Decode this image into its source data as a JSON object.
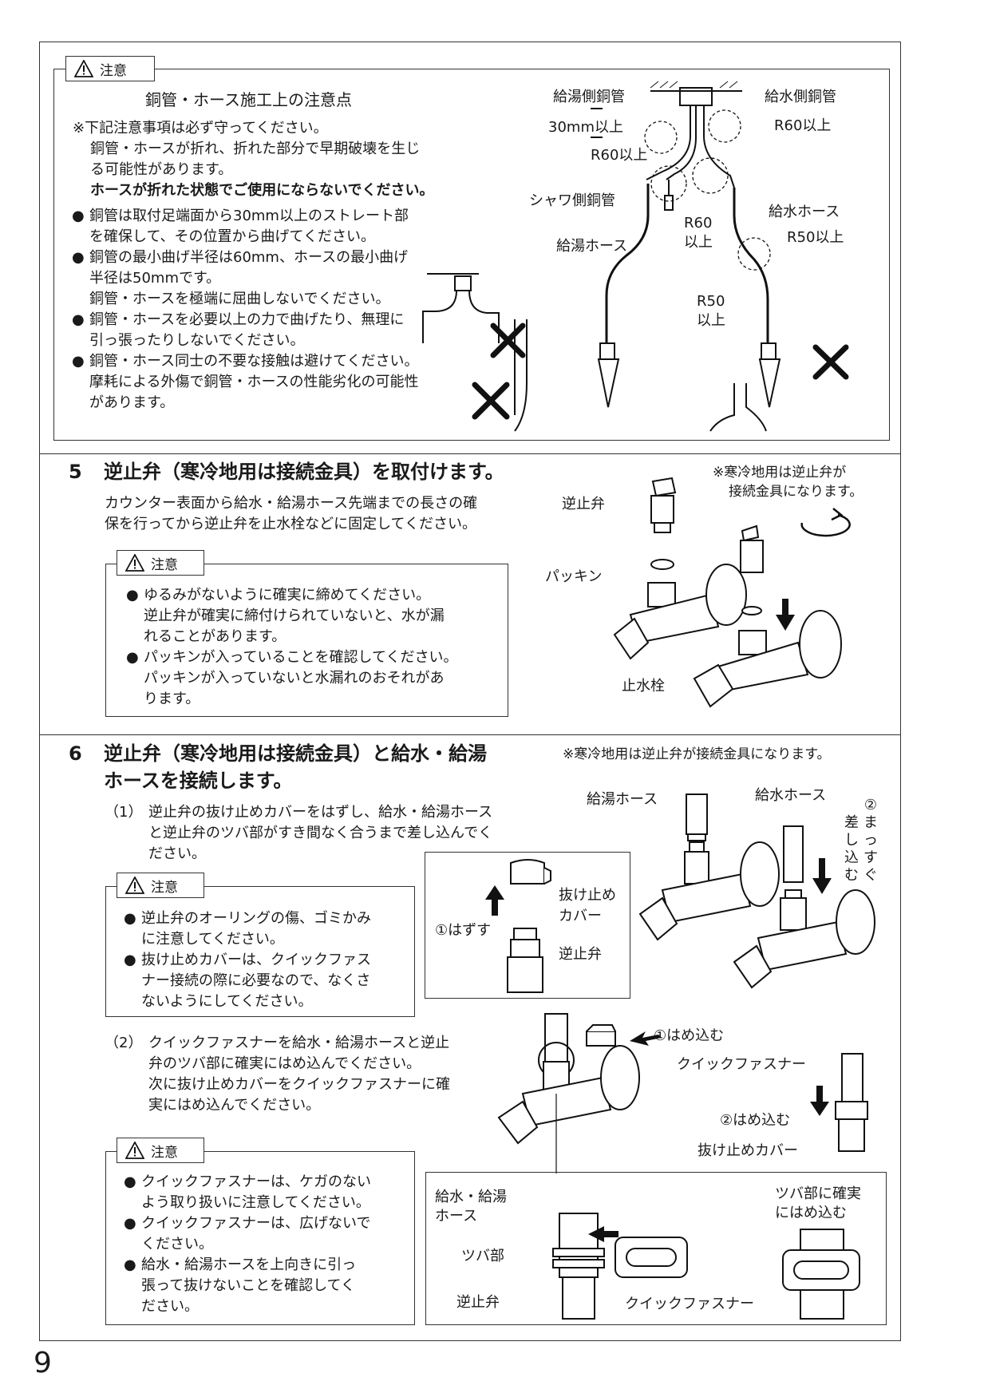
{
  "caution_label": "注意",
  "top": {
    "title": "銅管・ホース施工上の注意点",
    "intro": [
      "※下記注意事項は必ず守ってください。",
      "銅管・ホースが折れ、折れた部分で早期破壊を生じ",
      "る可能性があります。"
    ],
    "intro_bold": "ホースが折れた状態でご使用にならないでください。",
    "bullets": [
      [
        "銅管は取付足端面から30mm以上のストレート部",
        "を確保して、その位置から曲げてください。"
      ],
      [
        "銅管の最小曲げ半径は60mm、ホースの最小曲げ",
        "半径は50mmです。",
        "銅管・ホースを極端に屈曲しないでください。"
      ],
      [
        "銅管・ホースを必要以上の力で曲げたり、無理に",
        "引っ張ったりしないでください。"
      ],
      [
        "銅管・ホース同士の不要な接触は避けてください。",
        "摩耗による外傷で銅管・ホースの性能劣化の可能性",
        "があります。"
      ]
    ],
    "diagram": {
      "hot_copper": "給湯側銅管",
      "cold_copper": "給水側銅管",
      "straight": "30mm以上",
      "r60_right": "R60以上",
      "r60_left": "R60以上",
      "shower_copper": "シャワ側銅管",
      "r60_mid_1": "R60",
      "r60_mid_2": "以上",
      "cold_hose": "給水ホース",
      "hot_hose": "給湯ホース",
      "r50_right": "R50以上",
      "r50_1": "R50",
      "r50_2": "以上"
    }
  },
  "step5": {
    "number": "5",
    "title": "逆止弁（寒冷地用は接続金具）を取付けます。",
    "note": [
      "※寒冷地用は逆止弁が",
      "接続金具になります。"
    ],
    "desc": [
      "カウンター表面から給水・給湯ホース先端までの長さの確",
      "保を行ってから逆止弁を止水栓などに固定してください。"
    ],
    "bullets": [
      [
        "ゆるみがないように確実に締めてください。",
        "逆止弁が確実に締付けられていないと、水が漏",
        "れることがあります。"
      ],
      [
        "パッキンが入っていることを確認してください。",
        "パッキンが入っていないと水漏れのおそれがあ",
        "ります。"
      ]
    ],
    "diagram": {
      "check_valve": "逆止弁",
      "packing": "パッキン",
      "stop_valve": "止水栓"
    }
  },
  "step6": {
    "number": "6",
    "title": [
      "逆止弁（寒冷地用は接続金具）と給水・給湯",
      "ホースを接続します。"
    ],
    "note": "※寒冷地用は逆止弁が接続金具になります。",
    "sub1_num": "（1）",
    "sub1": [
      "逆止弁の抜け止めカバーをはずし、給水・給湯ホース",
      "と逆止弁のツバ部がすき間なく合うまで差し込んでく",
      "ださい。"
    ],
    "caution1": [
      [
        "逆止弁のオーリングの傷、ゴミかみ",
        "に注意してください。"
      ],
      [
        "抜け止めカバーは、クイックファス",
        "ナー接続の際に必要なので、なくさ",
        "ないようにしてください。"
      ]
    ],
    "sub2_num": "（2）",
    "sub2": [
      "クイックファスナーを給水・給湯ホースと逆止",
      "弁のツバ部に確実にはめ込んでください。",
      "次に抜け止めカバーをクイックファスナーに確",
      "実にはめ込んでください。"
    ],
    "caution2": [
      [
        "クイックファスナーは、ケガのない",
        "よう取り扱いに注意してください。"
      ],
      [
        "クイックファスナーは、広げないで",
        "ください。"
      ],
      [
        "給水・給湯ホースを上向きに引っ",
        "張って抜けないことを確認してく",
        "ださい。"
      ]
    ],
    "diagram": {
      "hot_hose": "給湯ホース",
      "cold_hose": "給水ホース",
      "straight_chars": [
        "②",
        "ま",
        "っ",
        "す",
        "ぐ"
      ],
      "insert_chars": [
        "差",
        "し",
        "込",
        "む"
      ],
      "remove": "①はずす",
      "cover_1": "抜け止め",
      "cover_2": "カバー",
      "check_valve": "逆止弁",
      "fit1": "①はめ込む",
      "fastener": "クイックファスナー",
      "fit2": "②はめ込む",
      "cover": "抜け止めカバー",
      "hose_1": "給水・給湯",
      "hose_2": "ホース",
      "flange": "ツバ部",
      "valve2": "逆止弁",
      "fastener2": "クイックファスナー",
      "secure_1": "ツバ部に確実",
      "secure_2": "にはめ込む"
    }
  },
  "page_number": "9"
}
